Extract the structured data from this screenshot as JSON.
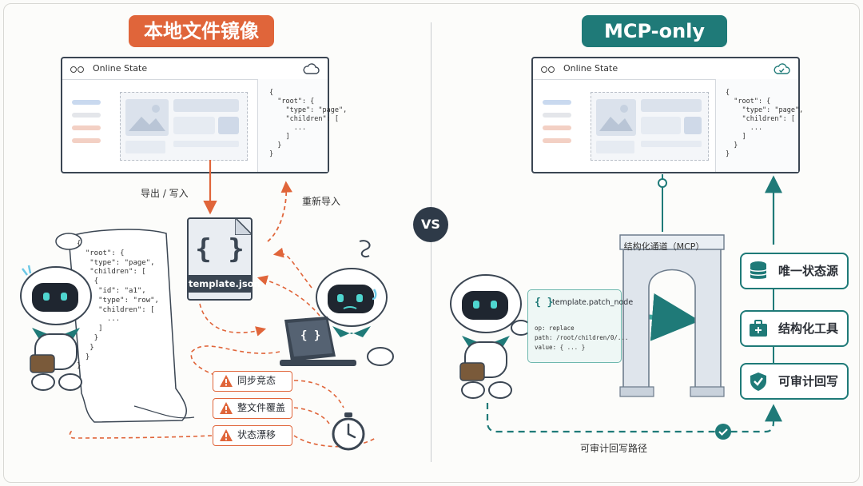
{
  "left": {
    "title": "本地文件镜像",
    "window_title": "Online State",
    "code": "{\n  \"root\": {\n    \"type\": \"page\",\n    \"children\": [\n      ...\n    ]\n  }\n}",
    "export_label": "导出 / 写入",
    "reimport_label": "重新导入",
    "file_name": "template.json",
    "file_glyph": "{ }",
    "scroll_code": "{\n  \"root\": {\n   \"type\": \"page\",\n   \"children\": [\n    {\n     \"id\": \"a1\",\n     \"type\": \"row\",\n     \"children\": [\n       ...\n     ]\n    }\n   }\n  }\n}",
    "laptop_glyph": "{ }",
    "warnings": [
      "同步竞态",
      "整文件覆盖",
      "状态漂移"
    ]
  },
  "vs_label": "VS",
  "right": {
    "title": "MCP-only",
    "window_title": "Online State",
    "code": "{\n  \"root\": {\n    \"type\": \"page\",\n    \"children\": [\n      ...\n    ]\n  }\n}",
    "arch_label": "结构化通道（MCP）",
    "patch_title": "template.patch_node",
    "patch_glyph": "{ }",
    "patch_lines": [
      "op: replace",
      "path: /root/children/0/...",
      "value: { ... }"
    ],
    "side_items": [
      "唯一状态源",
      "结构化工具",
      "可审计回写"
    ],
    "audit_label": "可审计回写路径"
  },
  "colors": {
    "orange": "#e0653a",
    "teal": "#1f7a78",
    "navy": "#2e3a48"
  },
  "icons": [
    "cloud-icon",
    "cloud-check-icon",
    "warning-icon",
    "database-icon",
    "toolbox-icon",
    "shield-check-icon",
    "check-circle-icon",
    "stopwatch-icon"
  ]
}
